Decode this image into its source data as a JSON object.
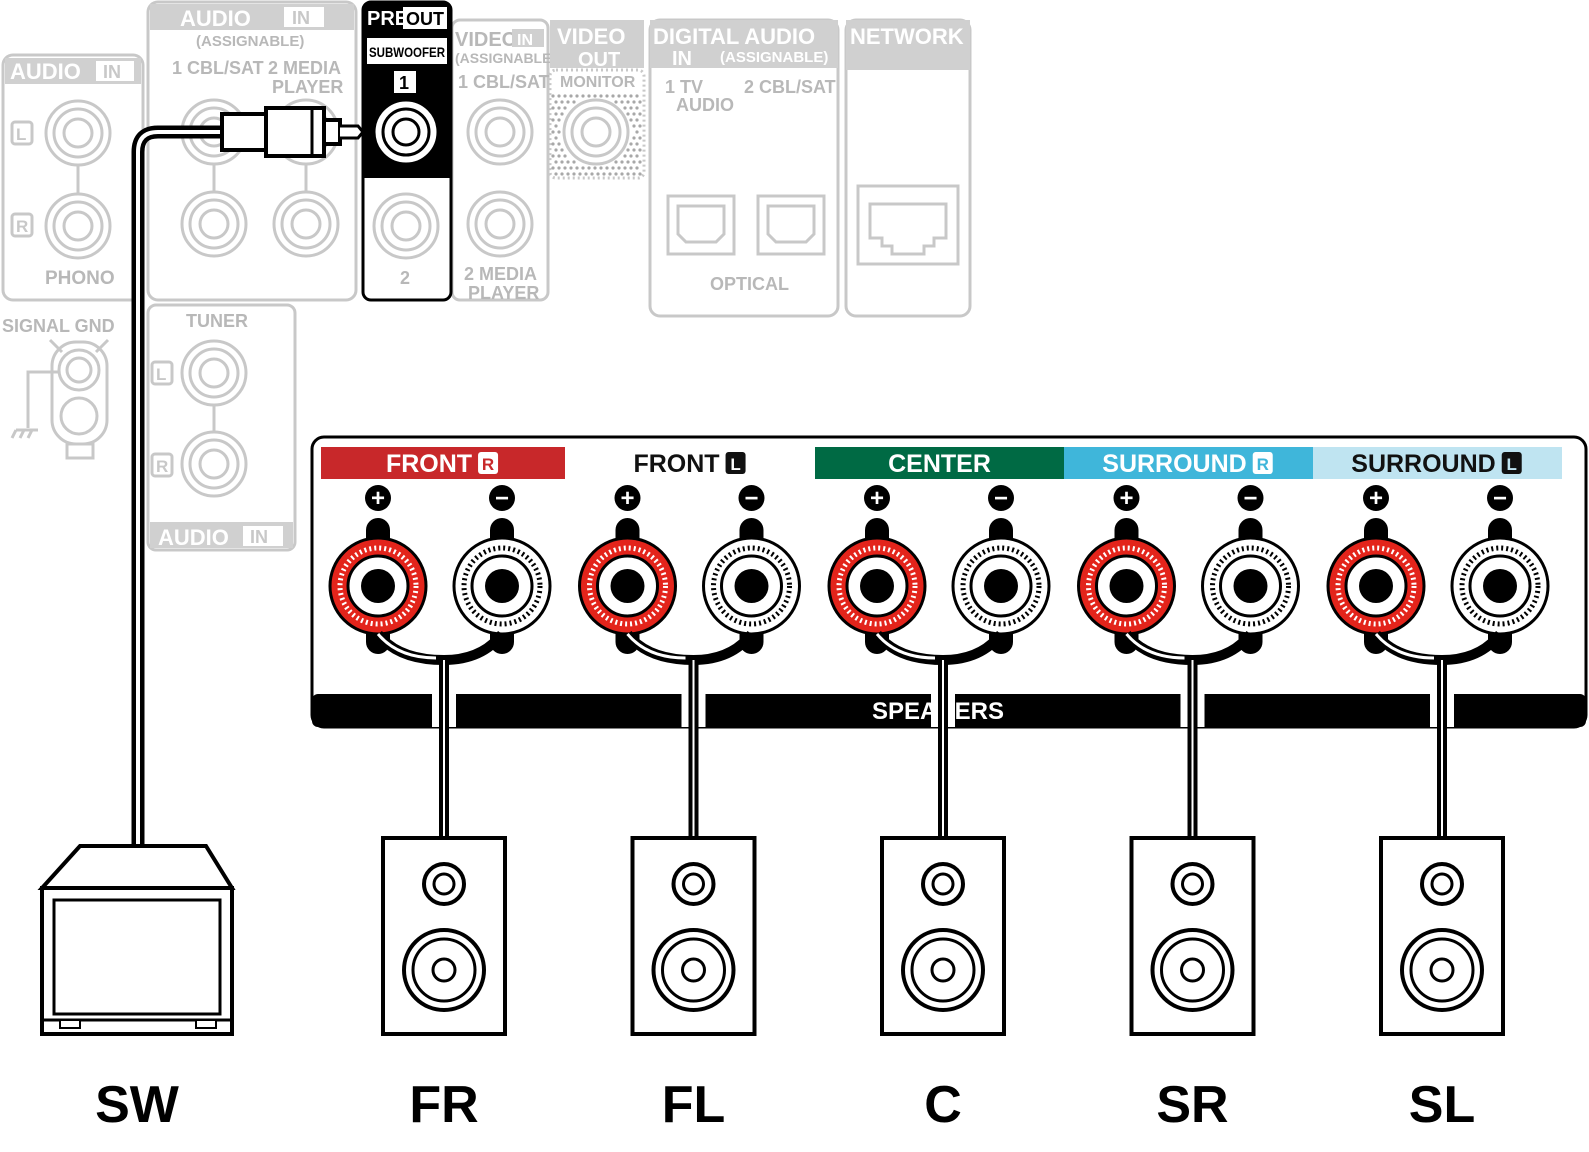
{
  "panel": {
    "audio_in_left": {
      "label": "AUDIO",
      "tag": "IN",
      "l": "L",
      "r": "R",
      "phono": "PHONO"
    },
    "signal_gnd": "SIGNAL GND",
    "audio_in_assignable": {
      "label": "AUDIO",
      "tag": "IN",
      "sub": "(ASSIGNABLE)",
      "col1": "1 CBL/SAT",
      "col2a": "2 MEDIA",
      "col2b": "PLAYER"
    },
    "tuner": {
      "label": "TUNER",
      "l": "L",
      "r": "R",
      "audio": "AUDIO",
      "tag": "IN"
    },
    "pre_out": {
      "pre": "PRE",
      "out": "OUT",
      "subwoofer": "SUBWOOFER",
      "n1": "1",
      "n2": "2"
    },
    "video_in": {
      "label": "VIDEO",
      "tag": "IN",
      "sub": "(ASSIGNABLE)",
      "col1": "1 CBL/SAT",
      "col2a": "2 MEDIA",
      "col2b": "PLAYER"
    },
    "video_out": {
      "label": "VIDEO",
      "out": "OUT",
      "monitor": "MONITOR"
    },
    "digital_audio": {
      "label": "DIGITAL AUDIO",
      "tag": "IN",
      "sub": "(ASSIGNABLE)",
      "col1a": "1   TV",
      "col1b": "AUDIO",
      "col2": "2 CBL/SAT",
      "optical": "OPTICAL"
    },
    "network": "NETWORK",
    "speakers_label": "SPEAKERS"
  },
  "channels": [
    {
      "label": "FRONT",
      "side": "R",
      "bg": "#c8282a",
      "fg": "#ffffff",
      "speaker": "FR"
    },
    {
      "label": "FRONT",
      "side": "L",
      "bg": "#ffffff",
      "fg": "#111111",
      "speaker": "FL"
    },
    {
      "label": "CENTER",
      "side": "",
      "bg": "#006a44",
      "fg": "#ffffff",
      "speaker": "C"
    },
    {
      "label": "SURROUND",
      "side": "R",
      "bg": "#3fb6da",
      "fg": "#ffffff",
      "speaker": "SR"
    },
    {
      "label": "SURROUND",
      "side": "L",
      "bg": "#bfe4f1",
      "fg": "#111111",
      "speaker": "SL"
    }
  ],
  "subwoofer_label": "SW",
  "polarity": {
    "plus": "+",
    "minus": "−"
  },
  "colors": {
    "terminal_red": "#e3241b",
    "grey_line": "#c8c8c8",
    "grey_text": "#b8b8b8"
  }
}
